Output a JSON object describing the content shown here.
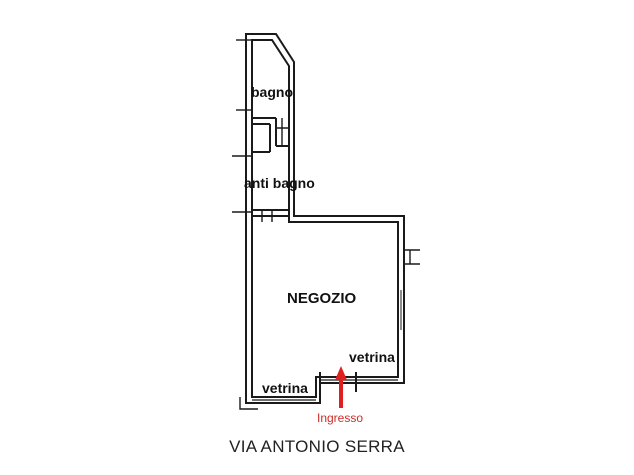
{
  "rooms": {
    "bagno": "bagno",
    "anti_bagno": "anti bagno",
    "negozio": "NEGOZIO"
  },
  "windows": {
    "vetrina_right": "vetrina",
    "vetrina_left": "vetrina"
  },
  "entrance": {
    "label": "Ingresso",
    "arrow_color": "#e02020"
  },
  "street": "VIA ANTONIO SERRA",
  "colors": {
    "wall": "#1a1a1a",
    "label_entrance": "#d12a2a"
  }
}
